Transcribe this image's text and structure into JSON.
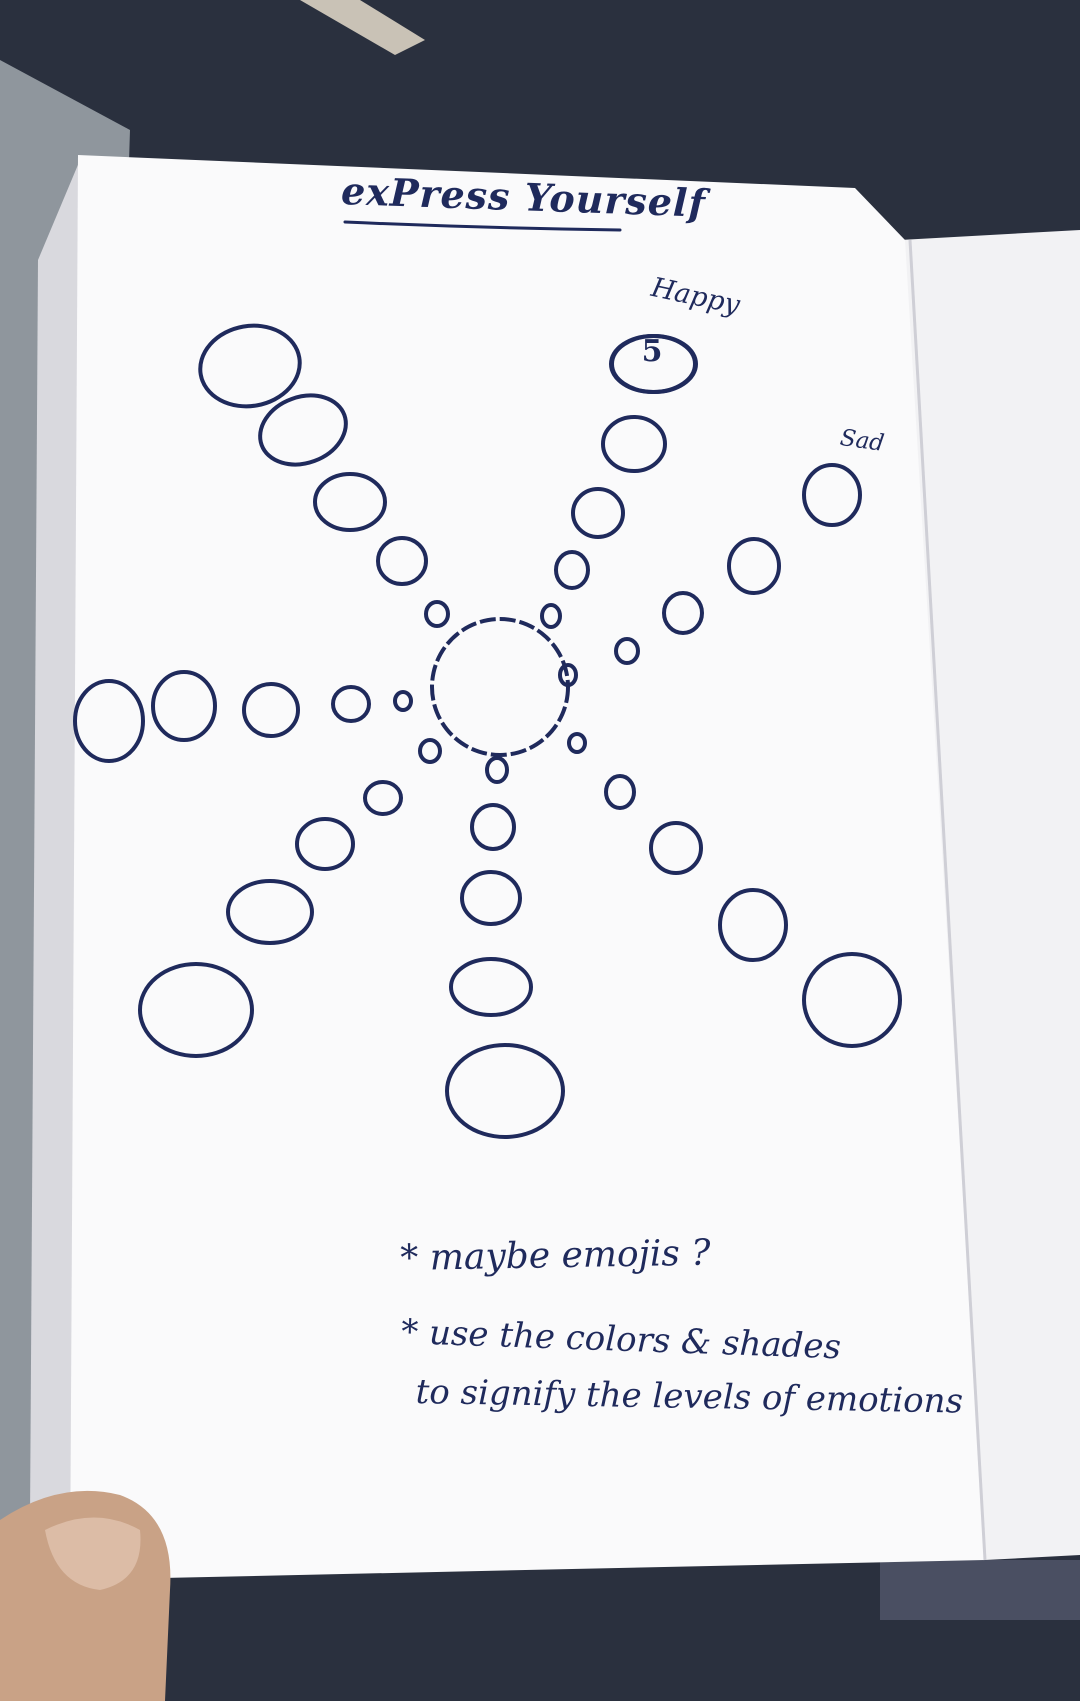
{
  "title": "exPress Yourself",
  "labels": {
    "happy": "Happy",
    "sad": "Sad",
    "number": "5"
  },
  "notes": {
    "note1": "* maybe emojis ?",
    "note2_line1": "* use the colors & shades",
    "note2_line2": "to signify the levels of emotions"
  },
  "colors": {
    "ink": "#1f2a5c",
    "paper": "#fafafb",
    "background": "#2b3140",
    "skin": "#c9a286"
  }
}
